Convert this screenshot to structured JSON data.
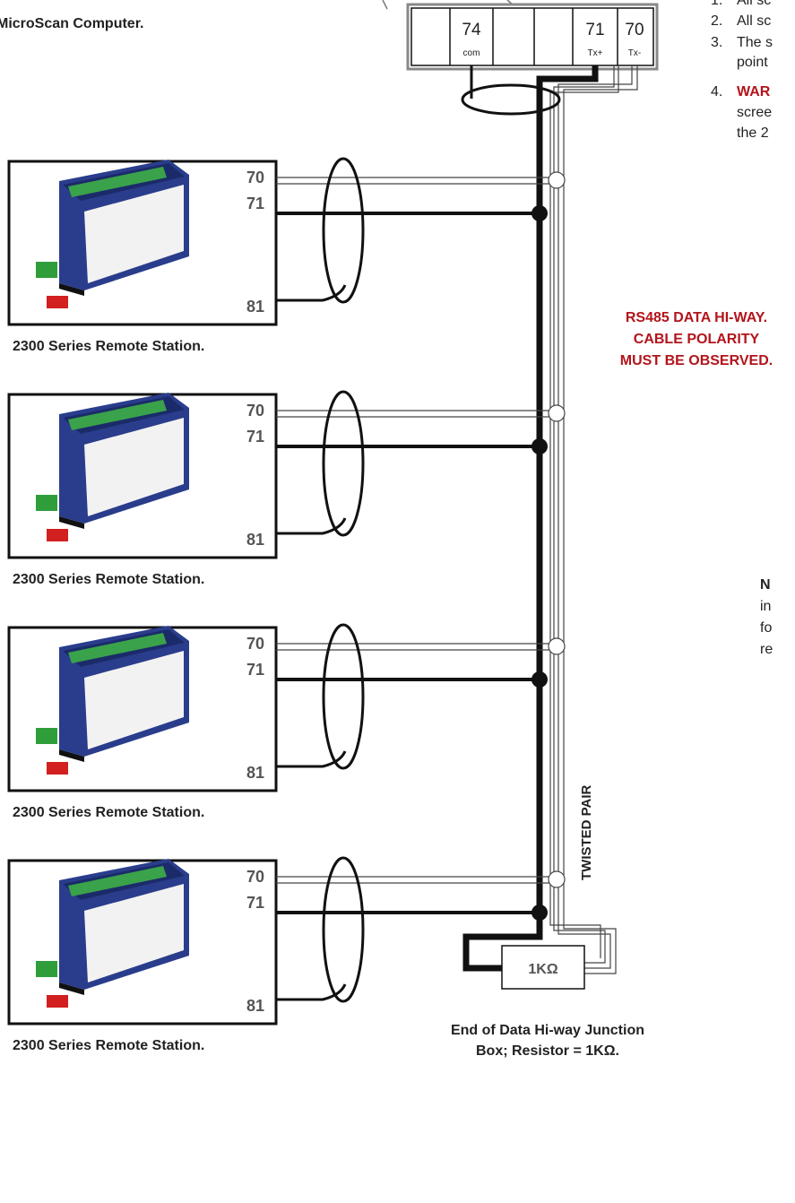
{
  "computer": {
    "caption": "MicroScan Computer.",
    "terminals": [
      {
        "number": "",
        "sub": ""
      },
      {
        "number": "74",
        "sub": "com"
      },
      {
        "number": "",
        "sub": ""
      },
      {
        "number": "",
        "sub": ""
      },
      {
        "number": "71",
        "sub": "Tx+"
      },
      {
        "number": "70",
        "sub": "Tx-"
      }
    ]
  },
  "notes": {
    "items": [
      {
        "num": "1.",
        "text": "All sc"
      },
      {
        "num": "2.",
        "text": "All sc"
      },
      {
        "num": "3.",
        "text": "The s"
      },
      {
        "num": "",
        "text": "point"
      },
      {
        "num": "4.",
        "text": "WAR"
      },
      {
        "num": "",
        "text": "scree"
      },
      {
        "num": "",
        "text": "the 2"
      }
    ],
    "side_note": [
      "N",
      "in",
      "fo",
      "re"
    ]
  },
  "stations": [
    {
      "caption": "2300 Series Remote Station.",
      "t70": "70",
      "t71": "71",
      "t81": "81"
    },
    {
      "caption": "2300 Series Remote Station.",
      "t70": "70",
      "t71": "71",
      "t81": "81"
    },
    {
      "caption": "2300 Series Remote Station.",
      "t70": "70",
      "t71": "71",
      "t81": "81"
    },
    {
      "caption": "2300 Series Remote Station.",
      "t70": "70",
      "t71": "71",
      "t81": "81"
    }
  ],
  "hiway_label": [
    "RS485 DATA HI-WAY.",
    "CABLE POLARITY",
    "MUST BE OBSERVED."
  ],
  "twisted_pair_label": "TWISTED PAIR",
  "resistor": {
    "value": "1KΩ",
    "caption_line1": "End of Data Hi-way Junction",
    "caption_line2": "Box; Resistor = 1KΩ."
  },
  "colors": {
    "warning_red": "#b3141b",
    "device_blue": "#1f3a8a",
    "terminal_green": "#2f9e3a"
  }
}
